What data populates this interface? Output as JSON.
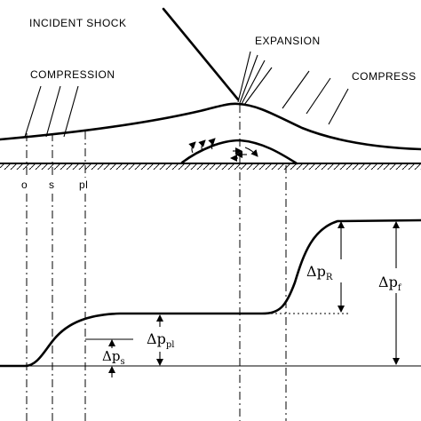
{
  "labels": {
    "incident_shock": "INCIDENT SHOCK",
    "expansion": "EXPANSION",
    "compression_left": "COMPRESSION",
    "compression_right": "COMPRESS",
    "station_o": "o",
    "station_s": "s",
    "station_pl": "pl"
  },
  "pressure_jumps": {
    "ps": {
      "delta": "Δ",
      "p": "p",
      "sub": "s"
    },
    "ppl": {
      "delta": "Δ",
      "p": "p",
      "sub": "pl"
    },
    "pR": {
      "delta": "Δ",
      "p": "p",
      "sub": "R"
    },
    "pf": {
      "delta": "Δ",
      "p": "p",
      "sub": "f"
    }
  }
}
